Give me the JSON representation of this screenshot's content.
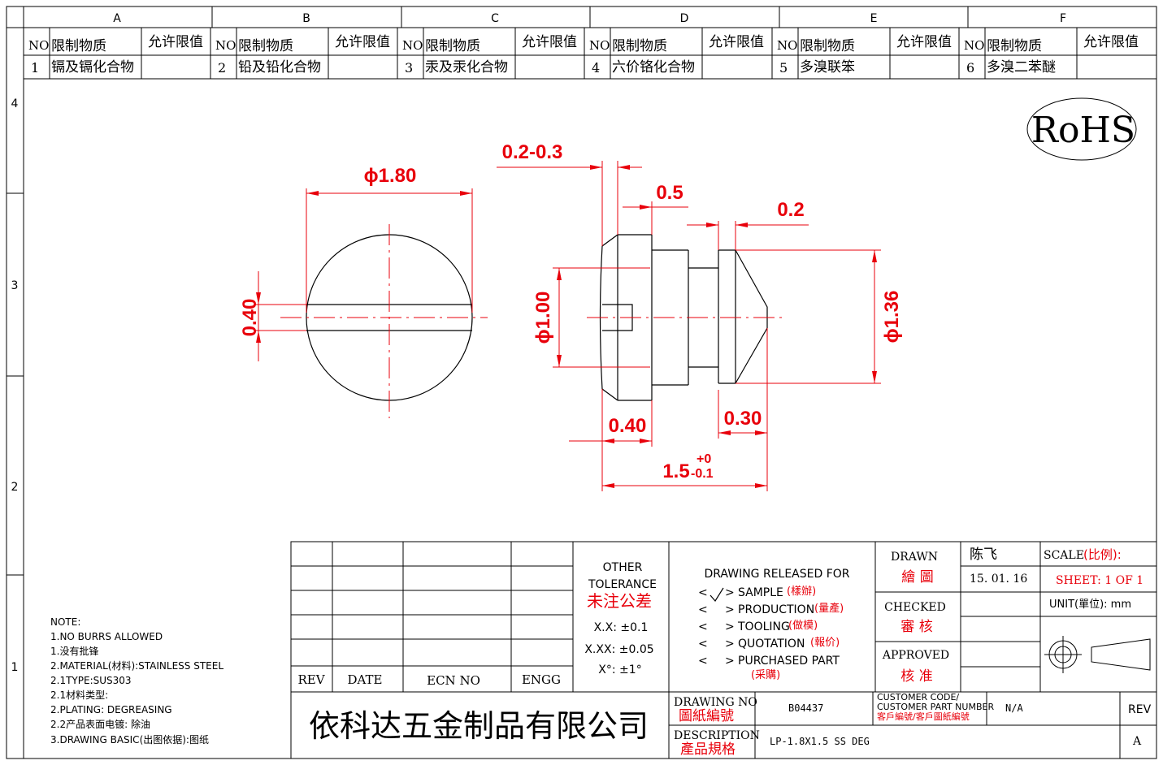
{
  "grid": {
    "columns": [
      "A",
      "B",
      "C",
      "D",
      "E",
      "F"
    ],
    "rows": [
      "4",
      "3",
      "2",
      "1"
    ]
  },
  "substances": {
    "headers": {
      "no": "NO",
      "name": "限制物质",
      "limit": "允许限值"
    },
    "items": [
      {
        "no": "1",
        "name": "镉及镉化合物"
      },
      {
        "no": "2",
        "name": "铅及铅化合物"
      },
      {
        "no": "3",
        "name": "汞及汞化合物"
      },
      {
        "no": "4",
        "name": "六价铬化合物"
      },
      {
        "no": "5",
        "name": "多溴联笨"
      },
      {
        "no": "6",
        "name": "多溴二苯醚"
      }
    ]
  },
  "rohs": "RoHS",
  "dims": {
    "dia180": "ϕ1.80",
    "slot040": "0.40",
    "r0203": "0.2-0.3",
    "d05": "0.5",
    "d02": "0.2",
    "dia100": "ϕ1.00",
    "dia136": "ϕ1.36",
    "d040b": "0.40",
    "d030": "0.30",
    "len": "1.5",
    "tol_up": "+0",
    "tol_dn": "-0.1"
  },
  "notes": {
    "title": "NOTE:",
    "lines": [
      "1.NO BURRS ALLOWED",
      "1.没有批锋",
      "2.MATERIAL(材料):STAINLESS STEEL",
      "2.1TYPE:SUS303",
      "2.1材料类型:",
      "2.PLATING: DEGREASING",
      "2.2产品表面电镀:  除油",
      "3.DRAWING BASIC(出图依据):图纸"
    ]
  },
  "revision_table": {
    "rev": "REV",
    "date": "DATE",
    "ecn": "ECN NO",
    "engg": "ENGG"
  },
  "tolerance": {
    "title1": "OTHER",
    "title2": "TOLERANCE",
    "title_cn": "未注公差",
    "xx": "X.X: ±0.1",
    "xxx": "X.XX: ±0.05",
    "ang": "X°: ±1°"
  },
  "release": {
    "title": "DRAWING RELEASED FOR",
    "items": [
      {
        "en": "SAMPLE",
        "cn": "(樣辦)",
        "checked": true
      },
      {
        "en": "PRODUCTION",
        "cn": "(量產)",
        "checked": false
      },
      {
        "en": "TOOLING",
        "cn": "(做模)",
        "checked": false
      },
      {
        "en": "QUOTATION",
        "cn": "(報价)",
        "checked": false
      },
      {
        "en": "PURCHASED PART",
        "cn": "(采購)",
        "checked": false
      }
    ]
  },
  "signoff": {
    "drawn": "DRAWN",
    "drawn_cn": "繪 圖",
    "drawn_name": "陈飞",
    "drawn_date": "15. 01. 16",
    "checked": "CHECKED",
    "checked_cn": "審 核",
    "approved": "APPROVED",
    "approved_cn": "核 准"
  },
  "scale": {
    "label": "SCALE",
    "label_cn": "(比例):",
    "sheet": "SHEET:  1 OF 1",
    "unit": "UNIT(單位): mm"
  },
  "company": "依科达五金制品有限公司",
  "drawing_no": {
    "label": "DRAWING NO",
    "label_cn": "圖紙編號",
    "value": "B04437"
  },
  "customer": {
    "label1": "CUSTOMER CODE/",
    "label2": "CUSTOMER PART NUMBER",
    "label_cn": "客戶編號/客戶圖紙編號",
    "value": "N/A"
  },
  "description": {
    "label": "DESCRIPTION",
    "label_cn": "產品規格",
    "value": "LP-1.8X1.5 SS DEG"
  },
  "rev": {
    "label": "REV",
    "value": "A"
  },
  "colors": {
    "dimension": "#e8000b",
    "outline": "#000000"
  }
}
